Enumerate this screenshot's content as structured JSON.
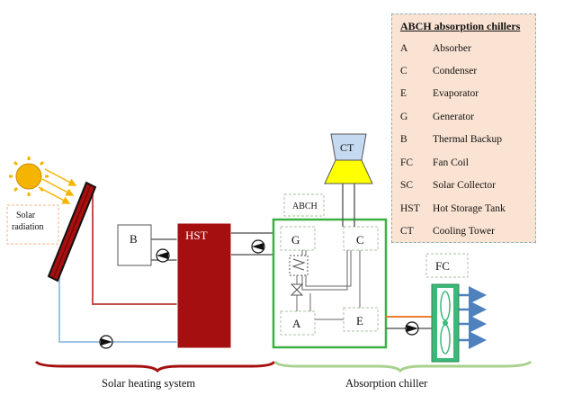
{
  "legend": {
    "title": "ABCH absorption chillers",
    "items": [
      {
        "abbr": "A",
        "desc": "Absorber"
      },
      {
        "abbr": "C",
        "desc": "Condenser"
      },
      {
        "abbr": "E",
        "desc": "Evaporator"
      },
      {
        "abbr": "G",
        "desc": "Generator"
      },
      {
        "abbr": "B",
        "desc": "Thermal Backup"
      },
      {
        "abbr": "FC",
        "desc": "Fan Coil"
      },
      {
        "abbr": "SC",
        "desc": "Solar Collector"
      },
      {
        "abbr": "HST",
        "desc": "Hot Storage Tank"
      },
      {
        "abbr": "CT",
        "desc": "Cooling Tower"
      }
    ]
  },
  "labels": {
    "solar_radiation_1": "Solar",
    "solar_radiation_2": "radiation",
    "backup": "B",
    "hst": "HST",
    "abch": "ABCH",
    "cooling_tower": "CT",
    "generator": "G",
    "condenser": "C",
    "absorber": "A",
    "evaporator": "E",
    "fan_coil": "FC",
    "solar_system": "Solar heating system",
    "absorption_chiller": "Absorption chiller"
  },
  "colors": {
    "red_loop": "#c0504d",
    "tank": "#a50f0f",
    "green_box": "#3cb043",
    "blue_loop": "#9dc3e6",
    "orange_pipe": "#ed7d31",
    "fan_green": "#3cb878",
    "arrow_blue": "#4f81bd",
    "ct_yellow": "#ffff00",
    "ct_blue": "#c5d9f1",
    "sun": "#f4b400"
  }
}
